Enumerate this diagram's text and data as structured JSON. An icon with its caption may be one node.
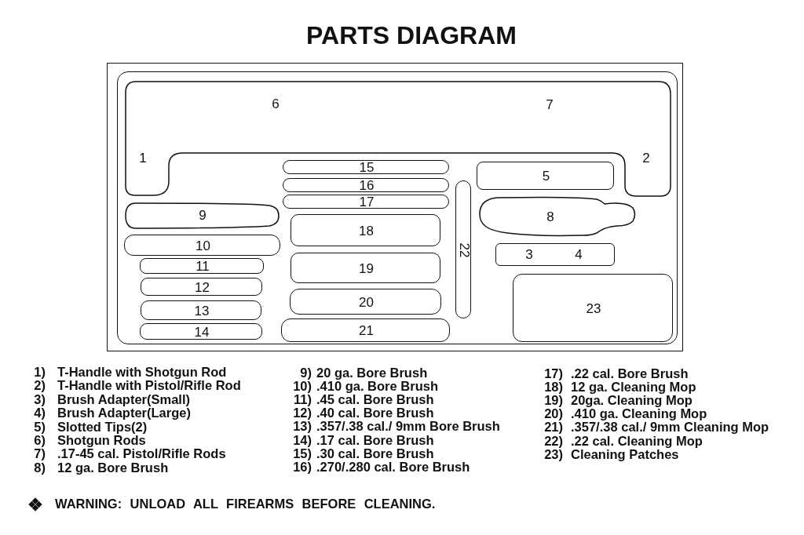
{
  "diagram": {
    "title": "PARTS DIAGRAM",
    "nodes": [
      {
        "text": [],
        "shape": "box"
      },
      {
        "text": [],
        "shape": "box",
        "in": 0
      },
      {
        "text": [
          "6",
          "7",
          "1",
          "2"
        ],
        "in": 1
      },
      {
        "text": [
          "15"
        ],
        "in": 1
      },
      {
        "text": [
          "5"
        ],
        "in": 1
      },
      {
        "text": [
          "16"
        ],
        "in": 1
      },
      {
        "text": [
          "22"
        ],
        "in": 1
      },
      {
        "text": [
          "17"
        ],
        "in": 1
      },
      {
        "text": [
          "8"
        ],
        "in": 1
      },
      {
        "text": [
          "9"
        ],
        "in": 1
      },
      {
        "text": [
          "18"
        ],
        "in": 1
      },
      {
        "text": [
          "10"
        ],
        "in": 1
      },
      {
        "text": [
          "3",
          "4"
        ],
        "in": 1
      },
      {
        "text": [
          "19"
        ],
        "in": 1
      },
      {
        "text": [
          "11"
        ],
        "in": 1
      },
      {
        "text": [
          "23"
        ],
        "in": 1
      },
      {
        "text": [
          "12"
        ],
        "in": 1
      },
      {
        "text": [
          "20"
        ],
        "in": 1
      },
      {
        "text": [
          "13"
        ],
        "in": 1
      },
      {
        "text": [
          "21"
        ],
        "in": 1
      },
      {
        "text": [
          "14"
        ],
        "in": 1
      }
    ],
    "labels": [
      "1)",
      "T-Handle with Shotgun Rod",
      "2)",
      "T-Handle with Pistol/Rifle Rod",
      "3)",
      "Brush Adapter(Small)",
      "4)",
      "Brush Adapter(Large)",
      "5)",
      "Slotted Tips(2)",
      "6)",
      "Shotgun Rods",
      "7)",
      ".17-45 cal. Pistol/Rifle Rods",
      "8)",
      "12 ga. Bore Brush",
      "9)",
      "20 ga. Bore Brush",
      "10)",
      ".410 ga. Bore Brush",
      "11)",
      ".45 cal. Bore Brush",
      "12)",
      ".40 cal. Bore Brush",
      "13)",
      ".357/.38 cal./ 9mm Bore Brush",
      "14)",
      ".17 cal. Bore Brush",
      "15)",
      ".30 cal. Bore Brush",
      "16)",
      ".270/.280 cal. Bore Brush",
      "17)",
      ".22 cal. Bore Brush",
      "18)",
      "12 ga. Cleaning Mop",
      "19)",
      "20ga. Cleaning Mop",
      "20)",
      ".410 ga. Cleaning Mop",
      "21)",
      ".357/.38 cal./ 9mm Cleaning Mop",
      "22)",
      ".22 cal. Cleaning Mop",
      "23)",
      "Cleaning Patches",
      "WARNING: UNLOAD ALL FIREARMS BEFORE CLEANING."
    ]
  }
}
